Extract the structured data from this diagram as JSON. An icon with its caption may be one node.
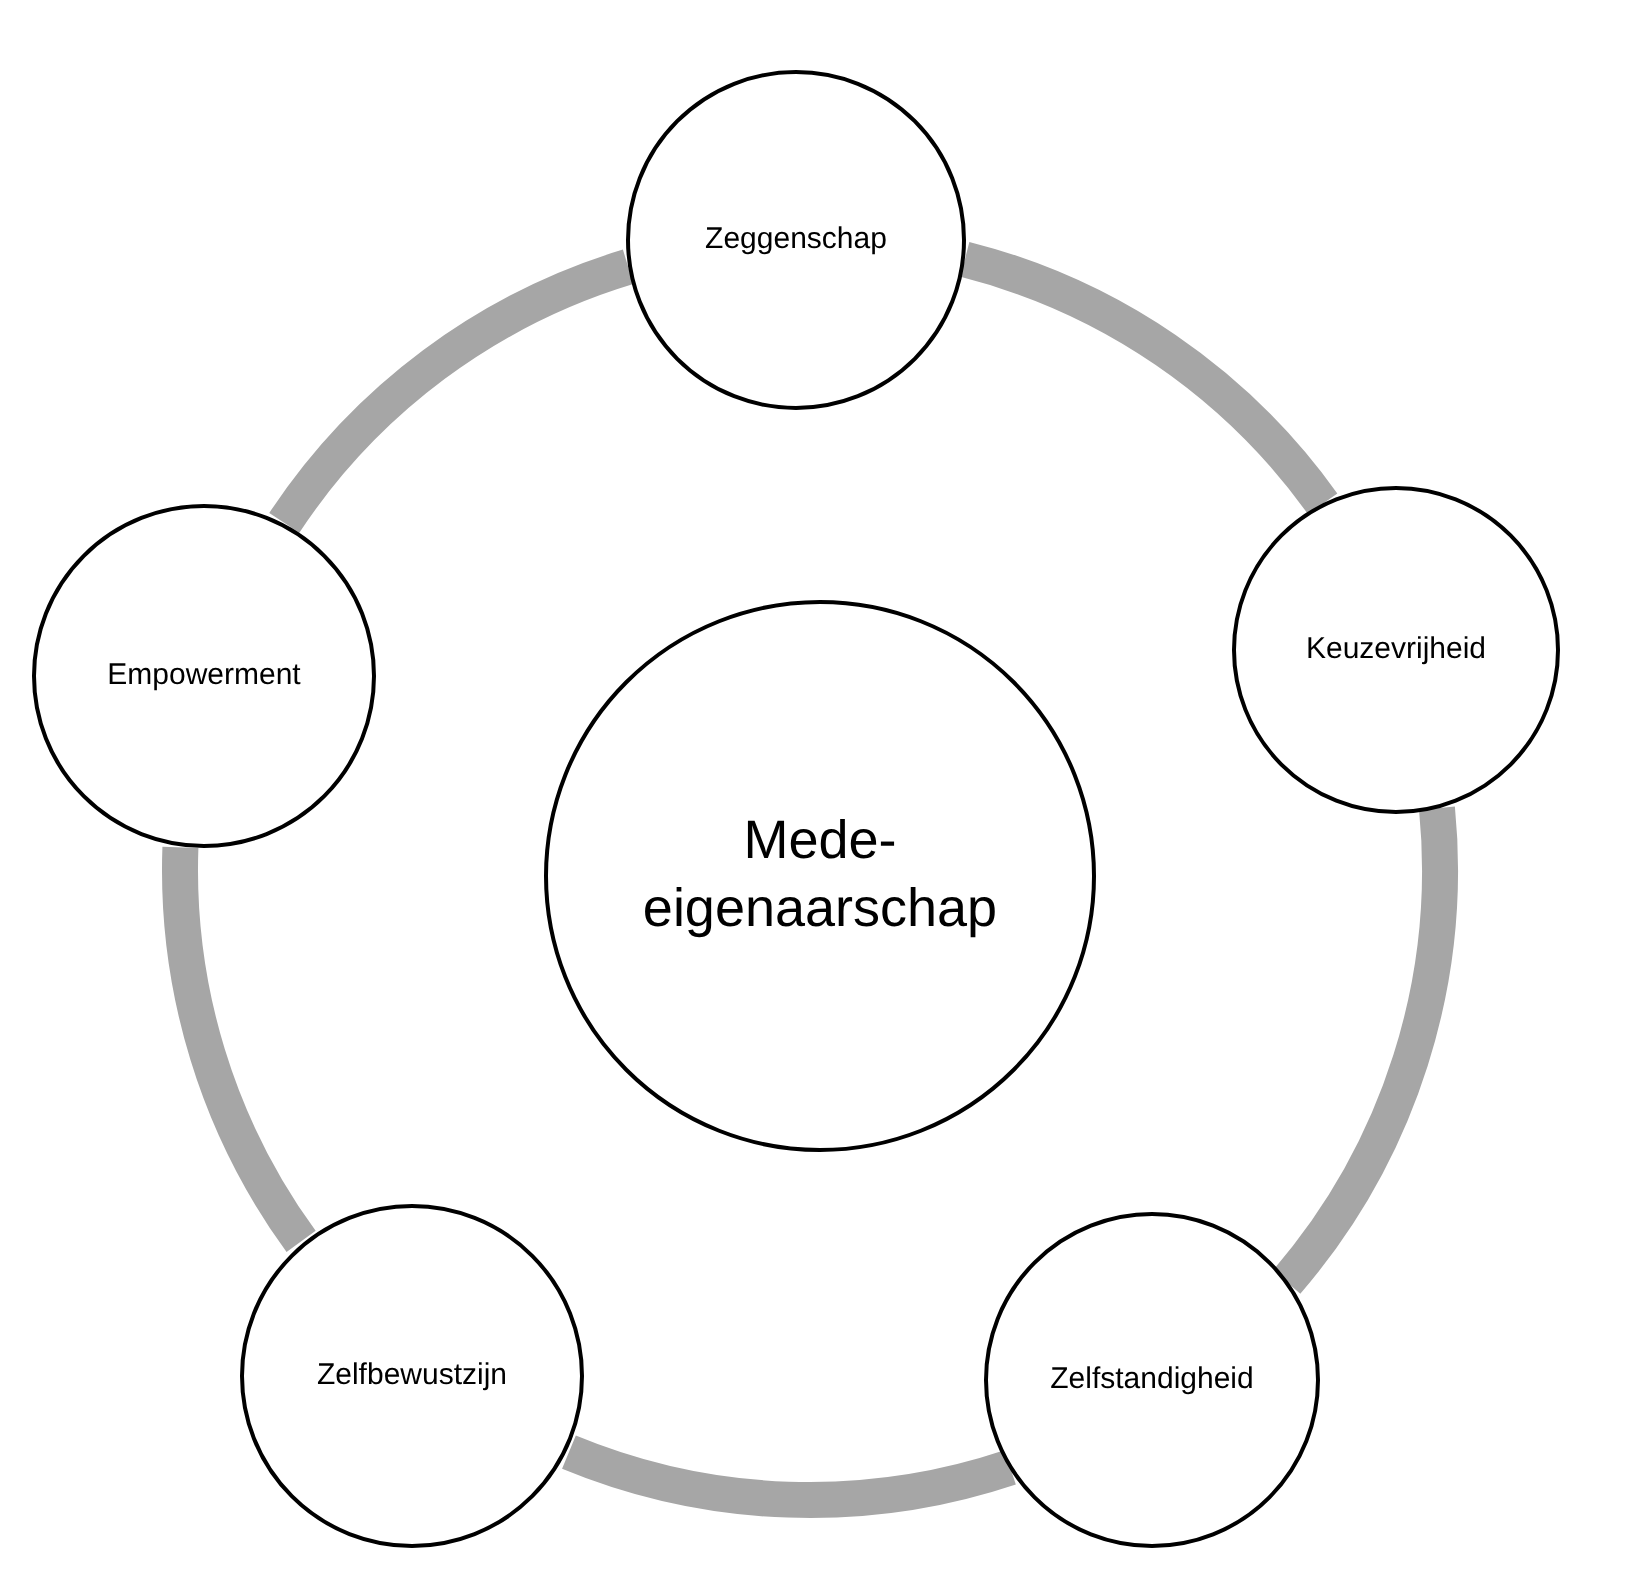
{
  "diagram": {
    "nodes": [
      {
        "text": [
          "Zeggenschap"
        ]
      },
      {
        "text": [
          "Keuzevrijheid"
        ]
      },
      {
        "text": [
          "Zelfstandigheid"
        ]
      },
      {
        "text": [
          "Zelfbewustzijn"
        ]
      },
      {
        "text": [
          "Empowerment"
        ]
      },
      {
        "text": [
          "Mede-eigenaarschap"
        ]
      }
    ],
    "edges": [
      {
        "from": 0,
        "to": 1,
        "arrow": "none"
      },
      {
        "from": 1,
        "to": 2,
        "arrow": "none"
      },
      {
        "from": 2,
        "to": 3,
        "arrow": "none"
      },
      {
        "from": 3,
        "to": 4,
        "arrow": "none"
      },
      {
        "from": 4,
        "to": 0,
        "arrow": "none"
      }
    ]
  }
}
